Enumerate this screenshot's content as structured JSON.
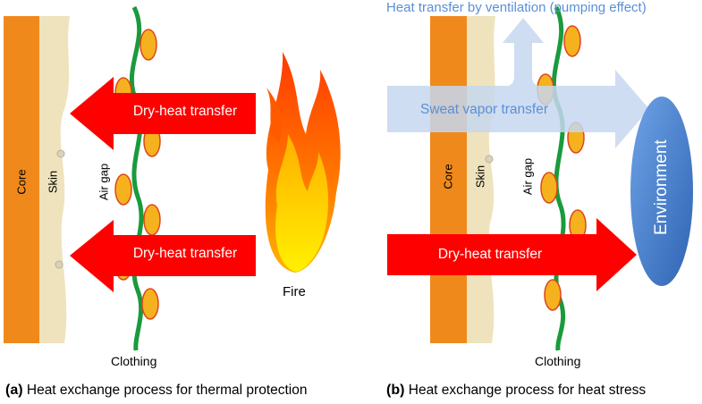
{
  "panel_a": {
    "core_label": "Core",
    "skin_label": "Skin",
    "air_gap_label": "Air gap",
    "arrow_top_label": "Dry-heat transfer",
    "arrow_bottom_label": "Dry-heat transfer",
    "fire_label": "Fire",
    "clothing_label": "Clothing",
    "caption_letter": "(a)",
    "caption_text": "Heat exchange process for thermal protection"
  },
  "panel_b": {
    "ventilation_label": "Heat transfer by ventilation (pumping effect)",
    "sweat_label": "Sweat vapor transfer",
    "core_label": "Core",
    "skin_label": "Skin",
    "air_gap_label": "Air gap",
    "arrow_label": "Dry-heat transfer",
    "environment_label": "Environment",
    "clothing_label": "Clothing",
    "caption_letter": "(b)",
    "caption_text": "Heat exchange process for heat stress"
  },
  "colors": {
    "core": "#f0891c",
    "skin": "#efe3bd",
    "clothing_line": "#1a9a3c",
    "knot_fill": "#f5b21e",
    "knot_stroke": "#e0451a",
    "arrow_red": "#ff0000",
    "ventilation_arrow": "#c5d7ee",
    "ventilation_text": "#5b8fd6",
    "environment": "#3f79c9"
  }
}
